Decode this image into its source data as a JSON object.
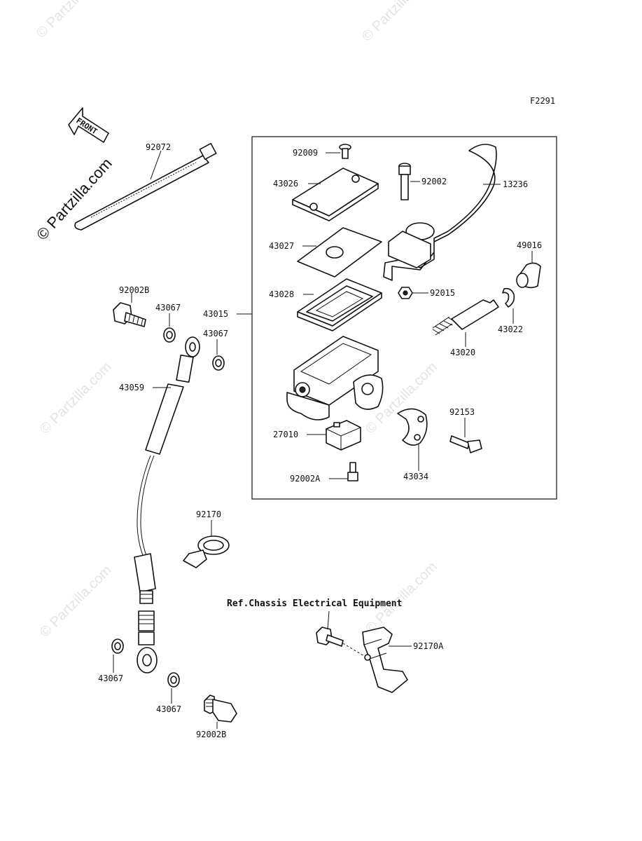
{
  "figure_code": "F2291",
  "front_arrow_label": "FRONT",
  "watermark": "© Partzilla.com",
  "reference_note": "Ref.Chassis Electrical Equipment",
  "parts": {
    "cable_tie": "92072",
    "master_cylinder_assembly": "43015",
    "screw_92009": "92009",
    "cap_43026": "43026",
    "plate_43027": "43027",
    "diaphragm_43028": "43028",
    "pivot_bolt_92002": "92002",
    "lever_13236": "13236",
    "boot_49016": "49016",
    "nut_92015": "92015",
    "circlip_43022": "43022",
    "piston_43020": "43020",
    "bolt_92153": "92153",
    "switch_27010": "27010",
    "holder_43034": "43034",
    "screw_92002A": "92002A",
    "banjo_bolt_top": "92002B",
    "gasket_top_left": "43067",
    "gasket_top_right": "43067",
    "brake_hose": "43059",
    "clamp_92170": "92170",
    "clamp_92170A": "92170A",
    "gasket_bottom_left": "43067",
    "gasket_bottom_right": "43067",
    "banjo_bolt_bottom": "92002B"
  }
}
